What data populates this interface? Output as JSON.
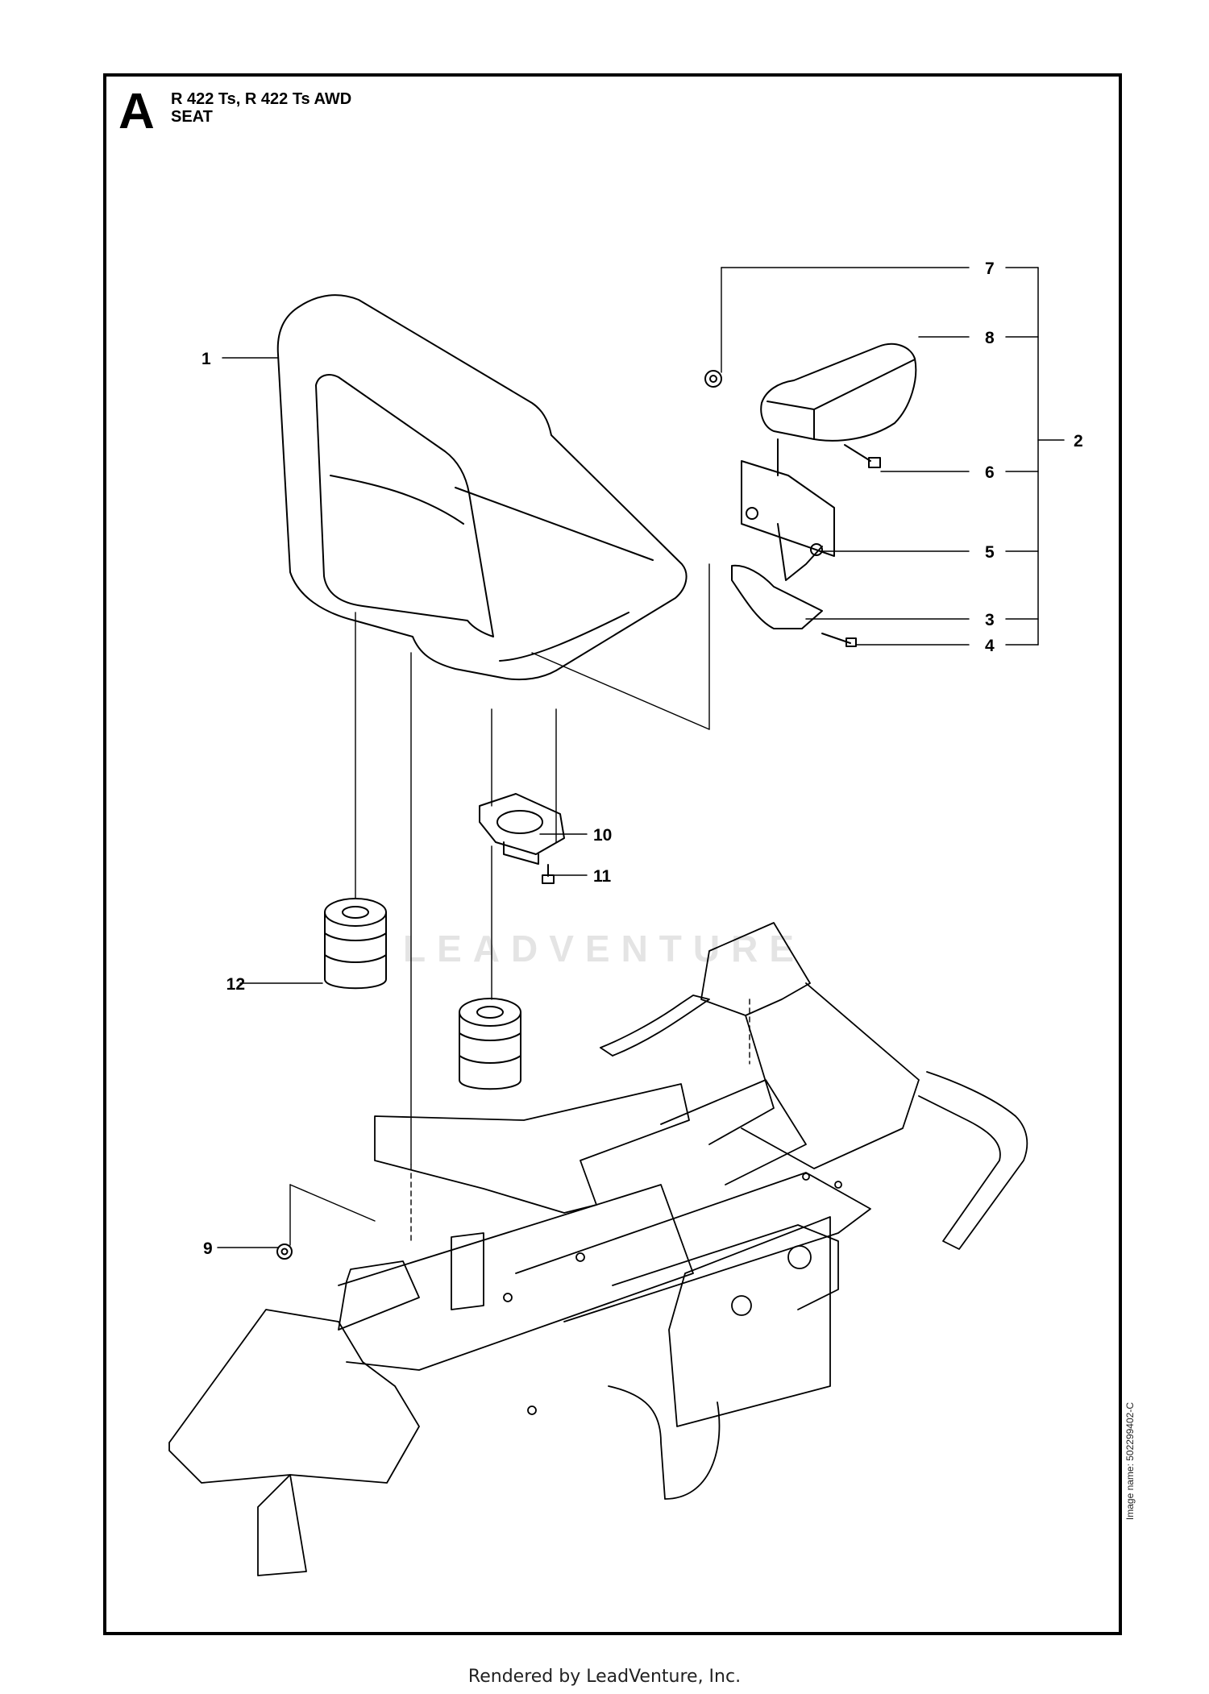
{
  "header": {
    "section_letter": "A",
    "model_line": "R 422 Ts, R 422 Ts AWD",
    "section_title": "SEAT"
  },
  "callouts": [
    {
      "id": "c1",
      "label": "1"
    },
    {
      "id": "c2",
      "label": "2"
    },
    {
      "id": "c3",
      "label": "3"
    },
    {
      "id": "c4",
      "label": "4"
    },
    {
      "id": "c5",
      "label": "5"
    },
    {
      "id": "c6",
      "label": "6"
    },
    {
      "id": "c7",
      "label": "7"
    },
    {
      "id": "c8",
      "label": "8"
    },
    {
      "id": "c9",
      "label": "9"
    },
    {
      "id": "c10",
      "label": "10"
    },
    {
      "id": "c11",
      "label": "11"
    },
    {
      "id": "c12",
      "label": "12"
    }
  ],
  "watermark": "LEADVENTURE",
  "image_name": "Image name: 502299402-C",
  "footer": "Rendered by LeadVenture, Inc."
}
